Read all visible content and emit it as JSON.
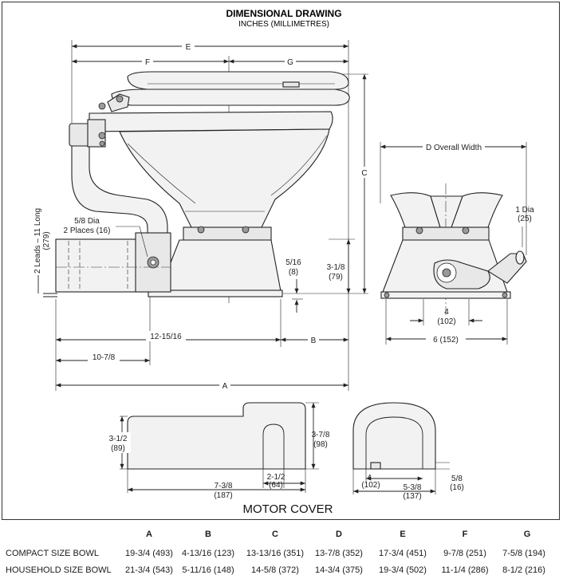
{
  "header": {
    "title": "DIMENSIONAL DRAWING",
    "subtitle": "INCHES (MILLIMETRES)"
  },
  "labels": {
    "E": "E",
    "F": "F",
    "G": "G",
    "C": "C",
    "A": "A",
    "B": "B",
    "overall_width": "D Overall Width",
    "leads_line1": "2 Leads – 11 Long",
    "leads_line2": "(279)",
    "holes_line1": "5/8 Dia",
    "holes_line2": "2 Places (16)",
    "dim_5_16": "5/16",
    "dim_5_16_mm": "(8)",
    "dim_3_1_8": "3-1/8",
    "dim_3_1_8_mm": "(79)",
    "dim_12_15_16": "12-15/16",
    "dim_10_7_8": "10-7/8",
    "dia_1": "1 Dia",
    "dia_1_mm": "(25)",
    "dim_4": "4",
    "dim_4_mm": "(102)",
    "dim_6": "6 (152)",
    "cover_3_1_2": "3-1/2",
    "cover_3_1_2_mm": "(89)",
    "cover_3_7_8": "3-7/8",
    "cover_3_7_8_mm": "(98)",
    "cover_2_1_2": "2-1/2",
    "cover_2_1_2_mm": "(64)",
    "cover_7_3_8": "7-3/8",
    "cover_7_3_8_mm": "(187)",
    "cover_4": "4",
    "cover_4_mm": "(102)",
    "cover_5_3_8": "5-3/8",
    "cover_5_3_8_mm": "(137)",
    "cover_5_8": "5/8",
    "cover_5_8_mm": "(16)",
    "motor_cover": "MOTOR COVER"
  },
  "table": {
    "columns": [
      "A",
      "B",
      "C",
      "D",
      "E",
      "F",
      "G"
    ],
    "rows": [
      {
        "label": "COMPACT SIZE BOWL",
        "values": [
          "19-3/4 (493)",
          "4-13/16 (123)",
          "13-13/16 (351)",
          "13-7/8 (352)",
          "17-3/4 (451)",
          "9-7/8 (251)",
          "7-5/8 (194)"
        ]
      },
      {
        "label": "HOUSEHOLD SIZE BOWL",
        "values": [
          "21-3/4 (543)",
          "5-11/16 (148)",
          "14-5/8 (372)",
          "14-3/4 (375)",
          "19-3/4 (502)",
          "11-1/4 (286)",
          "8-1/2 (216)"
        ]
      }
    ]
  }
}
